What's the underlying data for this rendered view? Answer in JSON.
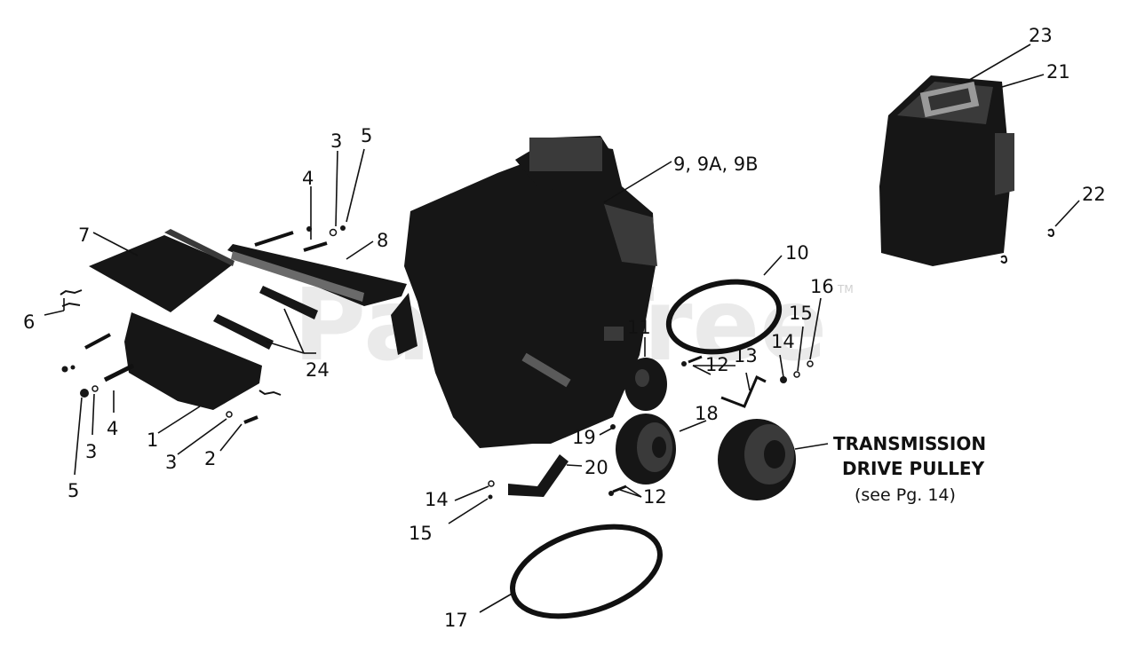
{
  "watermark": {
    "text": "PartsTree",
    "tm": "TM"
  },
  "callouts": {
    "c1": "1",
    "c2": "2",
    "c3a": "3",
    "c3b": "3",
    "c3c": "3",
    "c4a": "4",
    "c4b": "4",
    "c5a": "5",
    "c5b": "5",
    "c6": "6",
    "c7": "7",
    "c8": "8",
    "c9": "9, 9A, 9B",
    "c10": "10",
    "c11": "11",
    "c12a": "12",
    "c12b": "12",
    "c13": "13",
    "c14a": "14",
    "c14b": "14",
    "c15a": "15",
    "c15b": "15",
    "c16": "16",
    "c17": "17",
    "c18": "18",
    "c19": "19",
    "c20": "20",
    "c21": "21",
    "c22": "22",
    "c23": "23",
    "c24": "24"
  },
  "note": {
    "line1": "TRANSMISSION",
    "line2": "DRIVE PULLEY",
    "line3": "(see Pg. 14)"
  }
}
